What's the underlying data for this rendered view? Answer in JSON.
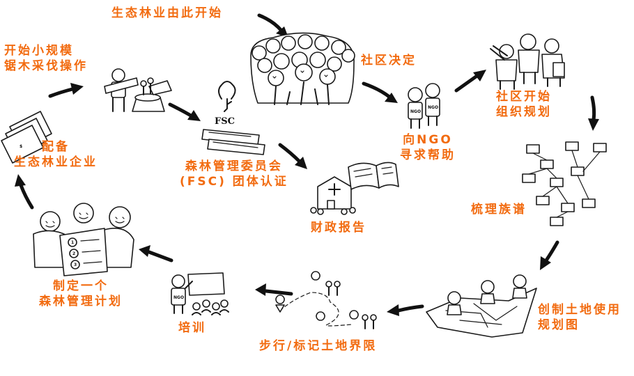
{
  "steps": {
    "start": "生态林业由此开始",
    "community_decide": "社区决定",
    "seek_ngo": [
      "向NGO",
      "寻求帮助"
    ],
    "community_org": [
      "社区开始",
      "组织规划"
    ],
    "genealogy": "梳理族谱",
    "land_map": [
      "创制土地使用",
      "规划图"
    ],
    "walk_boundaries": "步行/标记土地界限",
    "training": "培训",
    "forest_plan": [
      "制定一个",
      "森林管理计划"
    ],
    "enterprise": [
      "配备",
      "生态林业企业"
    ],
    "small_logging": [
      "开始小规模",
      "锯木采伐操作"
    ],
    "fsc_cert": [
      "森林管理委员会",
      "(FSC) 团体认证"
    ],
    "financial_report": "财政报告"
  },
  "icons": {
    "fsc_logo_text": "FSC",
    "ngo_badge": "NGO",
    "ngo_shirt": "NGO",
    "plan_numbers": [
      "1",
      "2",
      "3"
    ],
    "money_symbol": "$"
  },
  "colors": {
    "label": "#f26b10",
    "ink": "#1a1a1a"
  }
}
